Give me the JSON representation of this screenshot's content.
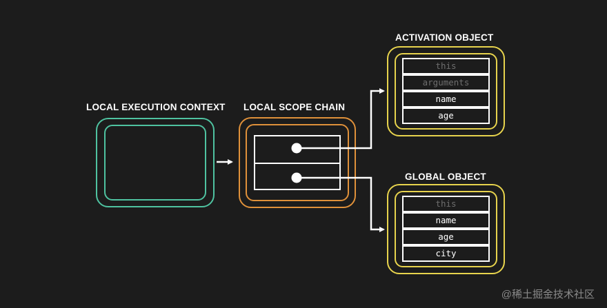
{
  "labels": {
    "local_execution_context": "LOCAL EXECUTION CONTEXT",
    "local_scope_chain": "LOCAL SCOPE CHAIN",
    "activation_object": "ACTIVATION OBJECT",
    "global_object": "GLOBAL OBJECT"
  },
  "activation_rows": [
    {
      "text": "this",
      "dim": true
    },
    {
      "text": "arguments",
      "dim": true
    },
    {
      "text": "name",
      "dim": false
    },
    {
      "text": "age",
      "dim": false
    }
  ],
  "global_rows": [
    {
      "text": "this",
      "dim": true
    },
    {
      "text": "name",
      "dim": false
    },
    {
      "text": "age",
      "dim": false
    },
    {
      "text": "city",
      "dim": false
    }
  ],
  "colors": {
    "execution_context": "#4fc3a1",
    "scope_chain": "#e0913a",
    "objects": "#e8d44d",
    "background": "#1c1c1c"
  },
  "watermark": "@稀土掘金技术社区"
}
